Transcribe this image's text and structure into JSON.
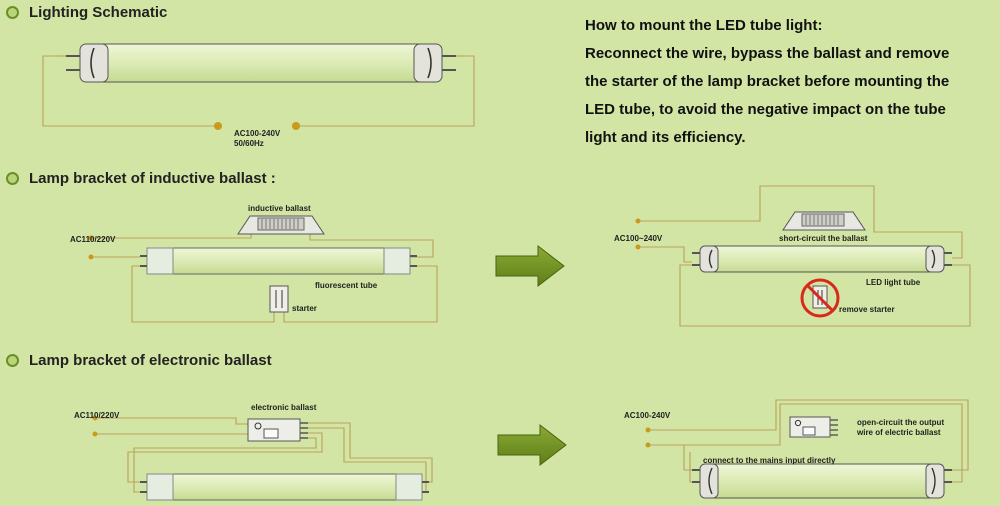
{
  "sections": {
    "schematic": {
      "title": "Lighting Schematic",
      "supply_label": "AC100-240V",
      "freq_label": "50/60Hz"
    },
    "inductive": {
      "title": "Lamp bracket of inductive ballast :",
      "supply_label": "AC110/220V",
      "ballast_label": "inductive ballast",
      "tube_label": "fluorescent tube",
      "starter_label": "starter"
    },
    "electronic": {
      "title": "Lamp bracket of electronic ballast",
      "supply_label": "AC110/220V",
      "ballast_label": "electronic ballast"
    }
  },
  "instructions": {
    "heading": "How to mount the LED tube light:",
    "lines": [
      "Reconnect the wire, bypass the ballast and remove",
      "the starter of the lamp bracket before mounting the",
      "LED tube, to avoid the negative impact on the tube",
      "light and its efficiency."
    ]
  },
  "led_inductive": {
    "supply_label": "AC100~240V",
    "ballast_label": "short-circuit the ballast",
    "tube_label": "LED light tube",
    "starter_label": "remove starter"
  },
  "led_electronic": {
    "supply_label": "AC100-240V",
    "note_line1": "open-circuit the output",
    "note_line2": "wire of electric ballast",
    "connect_label": "connect to the mains input directly"
  },
  "colors": {
    "background": "#d2e5a4",
    "wire": "#b9a25c",
    "arrow_fill": "#6f8f22",
    "tube_fill": "#dcebb5",
    "prohibit": "#d9291c"
  },
  "icons": [
    "bullet-icon",
    "right-arrow-icon",
    "prohibited-icon",
    "starter-icon",
    "ballast-icon"
  ]
}
